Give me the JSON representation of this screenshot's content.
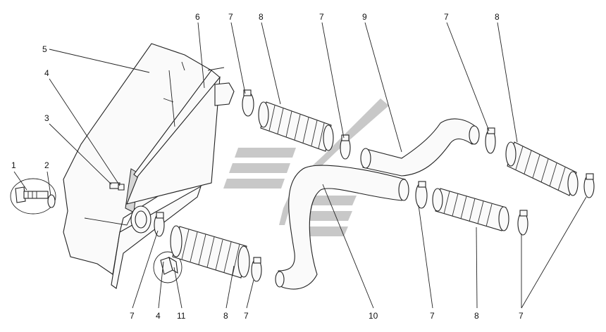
{
  "callouts": [
    "1",
    "2",
    "3",
    "4",
    "5",
    "6",
    "7",
    "8",
    "7",
    "9",
    "7",
    "8",
    "7",
    "4",
    "11",
    "8",
    "7",
    "10",
    "7",
    "8",
    "7"
  ],
  "colors": {
    "line": "#222222",
    "watermark": "#c8c8c8",
    "background": "#ffffff"
  }
}
